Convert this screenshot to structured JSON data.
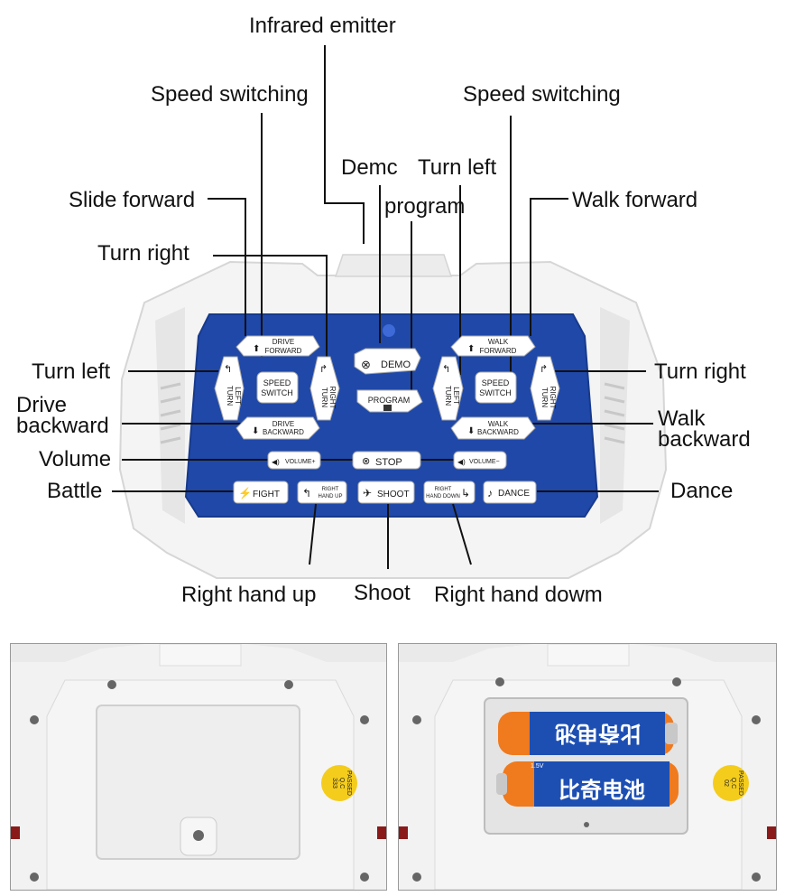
{
  "labels": {
    "infrared_emitter": "Infrared emitter",
    "speed_switching_left": "Speed switching",
    "speed_switching_right": "Speed switching",
    "demc": "Demc",
    "turn_left_top": "Turn left",
    "program": "program",
    "slide_forward": "Slide forward",
    "walk_forward": "Walk forward",
    "turn_right_top": "Turn right",
    "turn_left_side": "Turn left",
    "turn_right_side": "Turn right",
    "drive_backward": "Drive\nbackward",
    "walk_backward": "Walk\nbackward",
    "volume": "Volume",
    "battle": "Battle",
    "dance": "Dance",
    "right_hand_up": "Right hand up",
    "shoot": "Shoot",
    "right_hand_dowm": "Right hand dowm"
  },
  "buttons": {
    "drive_forward_1": "DRIVE",
    "drive_forward_2": "FORWARD",
    "walk_forward_1": "WALK",
    "walk_forward_2": "FORWARD",
    "drive_backward_1": "DRIVE",
    "drive_backward_2": "BACKWARD",
    "walk_backward_1": "WALK",
    "walk_backward_2": "BACKWARD",
    "speed_1": "SPEED",
    "speed_2": "SWITCH",
    "turn_1": "TURN",
    "turn_left_2": "LEFT",
    "turn_right_2": "RIGHT",
    "demo": "DEMO",
    "program": "PROGRAM",
    "stop": "STOP",
    "volume_plus": "VOLUME+",
    "volume_minus": "VOLUME−",
    "fight": "FIGHT",
    "hand_up_1": "RIGHT",
    "hand_up_2": "HAND UP",
    "shoot": "SHOOT",
    "hand_down_1": "RIGHT",
    "hand_down_2": "HAND DOWN",
    "dance": "DANCE"
  },
  "battery": {
    "brand": "比奇电池",
    "voltage": "1.5V"
  },
  "sticker": {
    "line1": "PASSED",
    "line2": "Q.C",
    "line3": "02",
    "line4": "333"
  },
  "colors": {
    "panel_blue": "#1f48a8",
    "battery_orange": "#f07a1e",
    "battery_blue": "#1d4fb3",
    "sticker_yellow": "#f4cc1c"
  }
}
